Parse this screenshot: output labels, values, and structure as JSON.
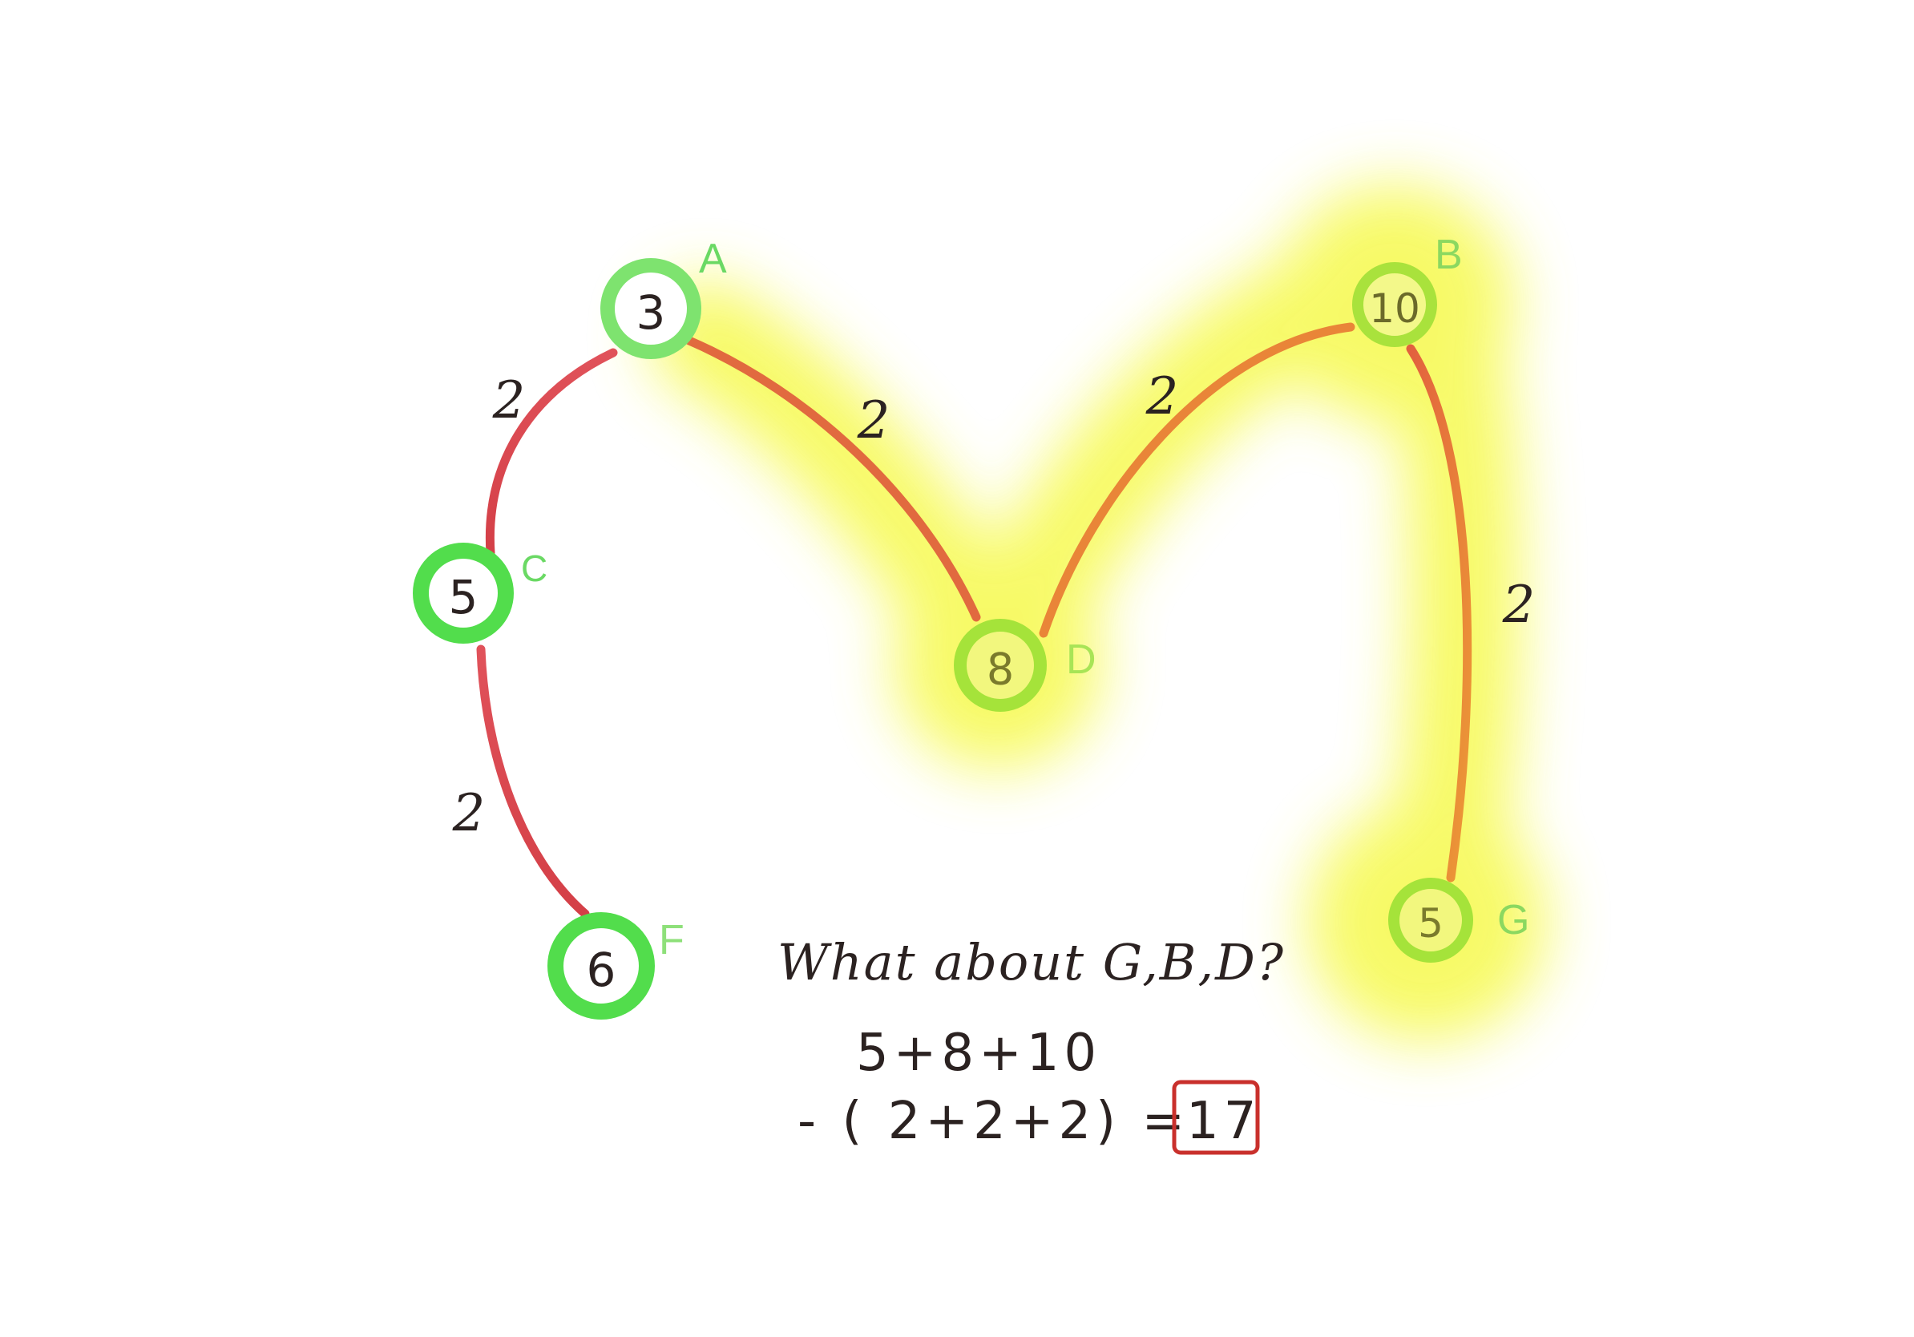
{
  "colors": {
    "background": "#ffffff",
    "node_ring": "#5ddc57",
    "node_ring_light": "#8ee07a",
    "highlight_glow": "#f7fa52",
    "edge_red": "#d9424b",
    "edge_orange": "#e7823a",
    "letter_green": "#6ad964",
    "ink": "#2b2221",
    "answer_box": "#c9302c"
  },
  "nodes": [
    {
      "id": "A",
      "value": "3",
      "label": "A",
      "highlighted": false
    },
    {
      "id": "B",
      "value": "10",
      "label": "B",
      "highlighted": true
    },
    {
      "id": "C",
      "value": "5",
      "label": "C",
      "highlighted": false
    },
    {
      "id": "D",
      "value": "8",
      "label": "D",
      "highlighted": true
    },
    {
      "id": "F",
      "value": "6",
      "label": "F",
      "highlighted": false
    },
    {
      "id": "G",
      "value": "5",
      "label": "G",
      "highlighted": true
    }
  ],
  "edges": [
    {
      "from": "A",
      "to": "C",
      "weight": "2"
    },
    {
      "from": "C",
      "to": "F",
      "weight": "2"
    },
    {
      "from": "A",
      "to": "D",
      "weight": "2"
    },
    {
      "from": "D",
      "to": "B",
      "weight": "2"
    },
    {
      "from": "B",
      "to": "G",
      "weight": "2"
    }
  ],
  "question": "What about G,B,D?",
  "calculation": {
    "line1": "5+8+10",
    "line2_prefix": "- ( 2+2+2) =",
    "answer": "17"
  }
}
